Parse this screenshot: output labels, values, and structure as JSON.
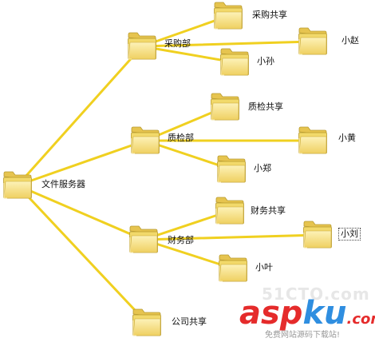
{
  "diagram": {
    "root": {
      "label": "文件服务器",
      "icon": "folder-icon"
    },
    "departments": [
      {
        "label": "采购部",
        "children": [
          "采购共享",
          "小赵",
          "小孙"
        ]
      },
      {
        "label": "质检部",
        "children": [
          "质检共享",
          "小黄",
          "小郑"
        ]
      },
      {
        "label": "财务部",
        "children": [
          "财务共享",
          "小刘",
          "小叶"
        ]
      }
    ],
    "shared": {
      "label": "公司共享"
    }
  },
  "watermark": {
    "domain": "51CTO.com",
    "brand_a": "asp",
    "brand_b": "ku",
    "brand_c": ".com",
    "tagline": "免费网站源码下载站!"
  },
  "colors": {
    "connector": "#f0d020",
    "folder_body": "#f4dc73",
    "folder_front": "#fbe99c",
    "folder_edge": "#b89a2c"
  }
}
